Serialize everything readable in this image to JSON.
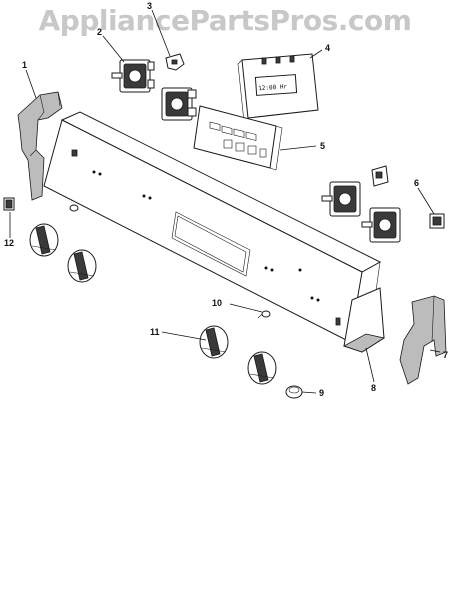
{
  "watermark": "AppliancePartsPros.com",
  "callouts": [
    {
      "id": "1",
      "label": "1"
    },
    {
      "id": "2",
      "label": "2"
    },
    {
      "id": "3",
      "label": "3"
    },
    {
      "id": "4",
      "label": "4"
    },
    {
      "id": "5",
      "label": "5"
    },
    {
      "id": "6",
      "label": "6"
    },
    {
      "id": "7",
      "label": "7"
    },
    {
      "id": "8",
      "label": "8"
    },
    {
      "id": "9",
      "label": "9"
    },
    {
      "id": "10",
      "label": "10"
    },
    {
      "id": "11",
      "label": "11"
    },
    {
      "id": "12",
      "label": "12"
    }
  ],
  "display_text": "12:00 Hr"
}
